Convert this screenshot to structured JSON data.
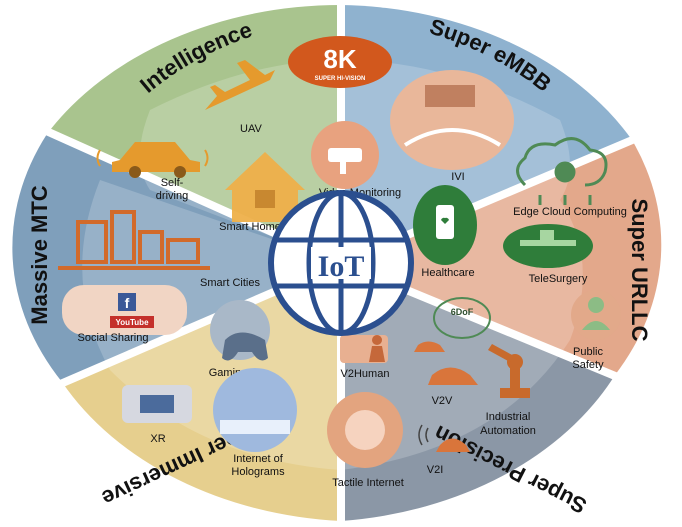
{
  "colors": {
    "intelligence": "#a9c48e",
    "super_embb": "#8fb2cf",
    "super_urllc": "#e3a88b",
    "super_precision": "#8b97a6",
    "supper_immersive": "#e6cf8e",
    "massive_mtc": "#7f9fbb",
    "icon_orange": "#e07b3a",
    "icon_green": "#4f8a55",
    "icon_blue": "#2b4f8f"
  },
  "ring_labels": {
    "intelligence": "Intelligence",
    "super_embb": "Super eMBB",
    "super_urllc": "Super URLLC",
    "super_precision": "Super Precision",
    "supper_immersive": "Supper Immersive",
    "massive_mtc": "Massive MTC"
  },
  "center": {
    "label": "IoT"
  },
  "badge_8k": {
    "big": "8K",
    "small": "SUPER HI-VISION"
  },
  "items": {
    "uav": "UAV",
    "self_driving_line1": "Self-",
    "self_driving_line2": "driving",
    "smart_home": "Smart Home",
    "video_monitoring": "Video Monitoring",
    "ivi": "IVI",
    "edge_cloud": "Edge Cloud Computing",
    "healthcare": "Healthcare",
    "telesurgery": "TeleSurgery",
    "public_line1": "Public",
    "public_line2": "Safety",
    "sixdof": "6DoF",
    "smart_cities": "Smart Cities",
    "social_sharing": "Social Sharing",
    "gaming": "Gaming",
    "v2human": "V2Human",
    "v2v": "V2V",
    "industrial_line1": "Industrial",
    "industrial_line2": "Automation",
    "xr": "XR",
    "holograms_line1": "Internet of",
    "holograms_line2": "Holograms",
    "tactile": "Tactile Internet",
    "v2i": "V2I"
  },
  "social_icons": {
    "facebook": "f",
    "youtube": "YouTube"
  }
}
